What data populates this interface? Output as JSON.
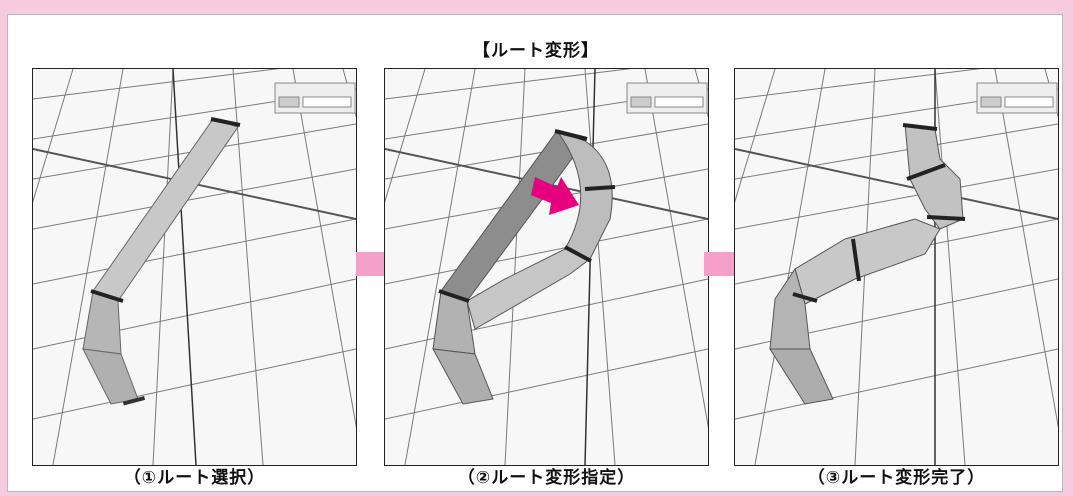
{
  "title": "【ルート変形】",
  "steps": [
    {
      "caption": "（①ルート選択）"
    },
    {
      "caption": "（②ルート変形指定）"
    },
    {
      "caption": "（③ルート変形完了）"
    }
  ],
  "colors": {
    "background": "#f6cbe0",
    "flow_arrow": "#f4a0c8",
    "highlight_arrow": "#e6007e",
    "duct": "#c8c8c8"
  },
  "icons": [
    "step-arrow-icon",
    "direction-arrow-icon",
    "toolbar-icon"
  ]
}
